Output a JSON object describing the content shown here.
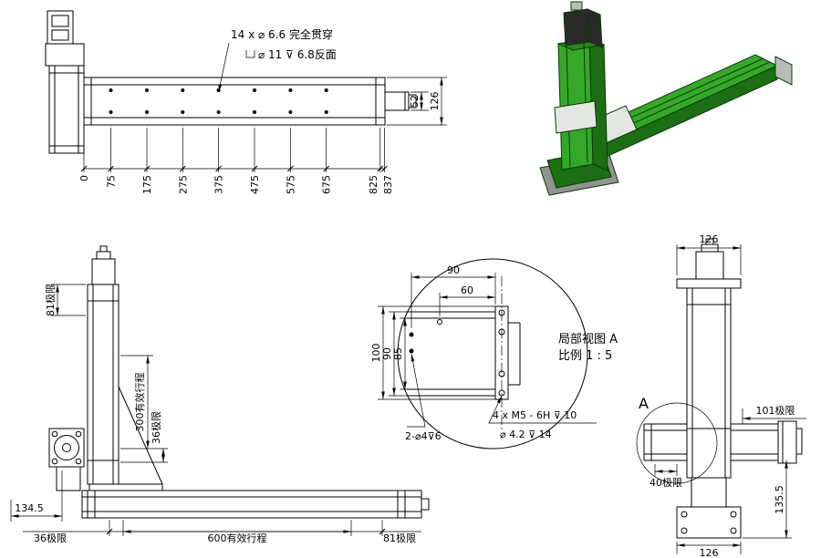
{
  "colors": {
    "iso_green_light": "#35a82a",
    "iso_green_mid": "#27881b",
    "iso_green_dark": "#1b6e12",
    "iso_gray": "#b9bdb9",
    "iso_base_gray": "#8e948e",
    "iso_plate": "#e3e6e3",
    "iso_motor": "#2a2a2a"
  },
  "top_view": {
    "hole_note_line1": "14 x ⌀ 6.6 完全贯穿",
    "hole_note_line2": "⌀ 11 ⊽ 6.8反面",
    "dim_block_width": "52",
    "dim_total_width": "126",
    "chain": [
      "0",
      "75",
      "175",
      "275",
      "375",
      "475",
      "575",
      "675",
      "825",
      "837"
    ]
  },
  "front_view": {
    "dim_top_limit": "81极限",
    "dim_y_travel": "300有效行程",
    "dim_y_limit": "36极限",
    "dim_offset": "134.5",
    "dim_x_limit_left": "36极限",
    "dim_x_travel": "600有效行程",
    "dim_x_limit_right": "81极限"
  },
  "detail_view": {
    "dim_90_top": "90",
    "dim_60": "60",
    "dim_100": "100",
    "dim_90_side": "90",
    "dim_85": "85",
    "title_line1": "局部视图 A",
    "title_line2": "比例 1 : 5",
    "note_pin_holes": "2-⌀4⊽6",
    "note_tap_line1": "4 x M5 - 6H ⊽ 10",
    "note_tap_line2": "⌀ 4.2 ⊽ 14"
  },
  "side_view": {
    "dim_width_top": "126",
    "detail_label": "A",
    "dim_limit_right": "101极限",
    "dim_limit_left": "40极限",
    "dim_height": "135.5",
    "dim_width_bottom": "126"
  }
}
